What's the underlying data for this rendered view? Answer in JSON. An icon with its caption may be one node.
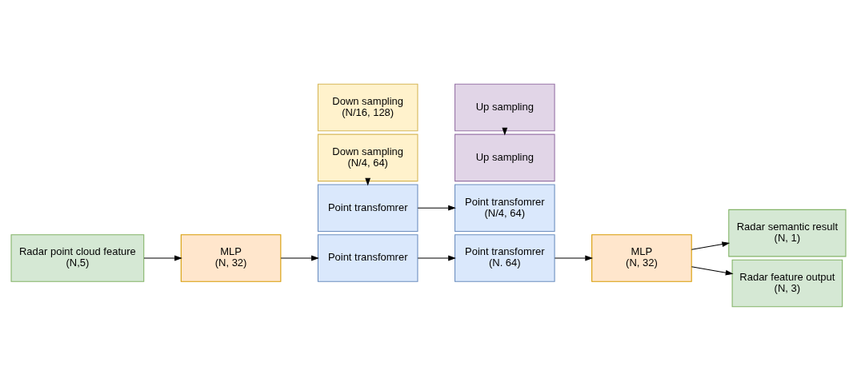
{
  "diagram": {
    "nodes": [
      {
        "text": [
          "Radar point cloud feature",
          "(N,5)"
        ]
      },
      {
        "text": [
          "MLP",
          "(N, 32)"
        ]
      },
      {
        "text": [
          "Point transfomrer"
        ]
      },
      {
        "text": [
          "Down sampling",
          "(N/4, 64)"
        ]
      },
      {
        "text": [
          "Point transfomrer"
        ]
      },
      {
        "text": [
          "Down sampling",
          "(N/16, 128)"
        ]
      },
      {
        "text": [
          "Point transfomrer",
          "(N. 64)"
        ]
      },
      {
        "text": [
          "Up sampling"
        ]
      },
      {
        "text": [
          "Point transfomrer",
          "(N/4, 64)"
        ]
      },
      {
        "text": [
          "Up sampling"
        ]
      },
      {
        "text": [
          "MLP",
          "(N, 32)"
        ]
      },
      {
        "text": [
          "Radar semantic result",
          "(N, 1)"
        ]
      },
      {
        "text": [
          "Radar feature output",
          "(N, 3)"
        ]
      }
    ],
    "edges": [
      {
        "from": 0,
        "to": 1,
        "arrow": "to"
      },
      {
        "from": 1,
        "to": 2,
        "arrow": "to"
      },
      {
        "from": 2,
        "to": 6,
        "arrow": "to"
      },
      {
        "from": 3,
        "to": 4,
        "arrow": "to"
      },
      {
        "from": 4,
        "to": 8,
        "arrow": "to"
      },
      {
        "from": 9,
        "to": 7,
        "arrow": "to"
      },
      {
        "from": 6,
        "to": 10,
        "arrow": "to"
      },
      {
        "from": 10,
        "to": 11,
        "arrow": "to"
      },
      {
        "from": 10,
        "to": 12,
        "arrow": "to"
      }
    ]
  }
}
